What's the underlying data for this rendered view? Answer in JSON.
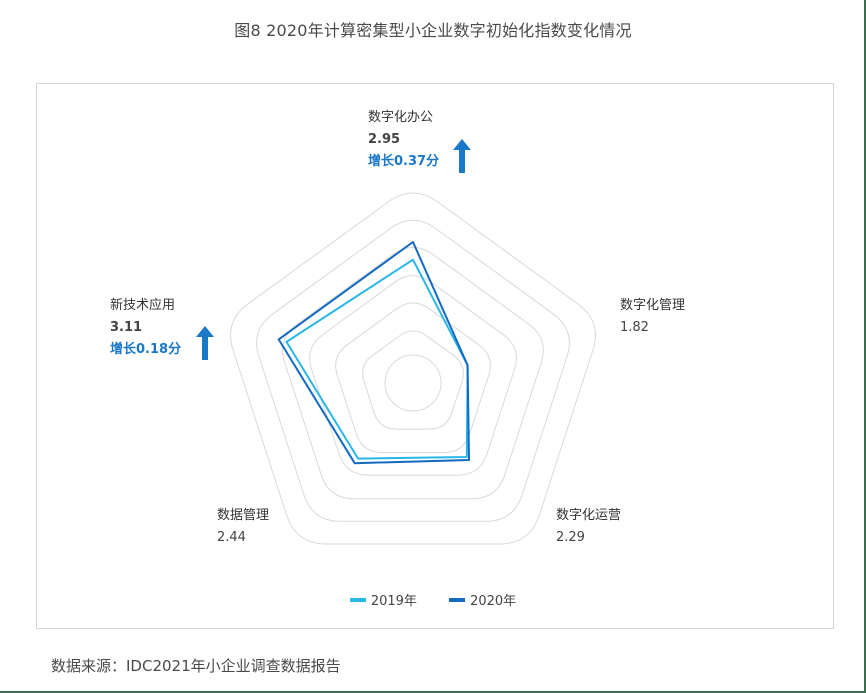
{
  "figure": {
    "title": "图8  2020年计算密集型小企业数字初始化指数变化情况",
    "source": "数据来源：IDC2021年小企业调查数据报告"
  },
  "colors": {
    "series_2019": "#29b6e8",
    "series_2020": "#1469c1",
    "grid": "#d9d9d9",
    "increase_text": "#1a78c8",
    "arrow": "#1a78c8"
  },
  "axes": [
    {
      "name": "数字化办公",
      "value": "2.95",
      "increase": "增长0.37分"
    },
    {
      "name": "数字化管理",
      "value": "1.82"
    },
    {
      "name": "数字化运营",
      "value": "2.29"
    },
    {
      "name": "数据管理",
      "value": "2.44"
    },
    {
      "name": "新技术应用",
      "value": "3.11",
      "increase": "增长0.18分"
    }
  ],
  "legend": {
    "items": [
      {
        "label": "2019年",
        "color": "#29b6e8"
      },
      {
        "label": "2020年",
        "color": "#1469c1"
      }
    ]
  },
  "chart_data": {
    "type": "radar",
    "title": "图8  2020年计算密集型小企业数字初始化指数变化情况",
    "categories": [
      "数字化办公",
      "数字化管理",
      "数字化运营",
      "数据管理",
      "新技术应用"
    ],
    "series": [
      {
        "name": "2019年",
        "values": [
          2.58,
          1.82,
          2.2,
          2.3,
          2.93
        ]
      },
      {
        "name": "2020年",
        "values": [
          2.95,
          1.82,
          2.29,
          2.44,
          3.11
        ]
      }
    ],
    "annotations": [
      {
        "category": "数字化办公",
        "text": "增长0.37分",
        "direction": "up"
      },
      {
        "category": "新技术应用",
        "text": "增长0.18分",
        "direction": "up"
      }
    ],
    "grid_rings": 7,
    "legend_position": "bottom",
    "source": "数据来源：IDC2021年小企业调查数据报告"
  }
}
